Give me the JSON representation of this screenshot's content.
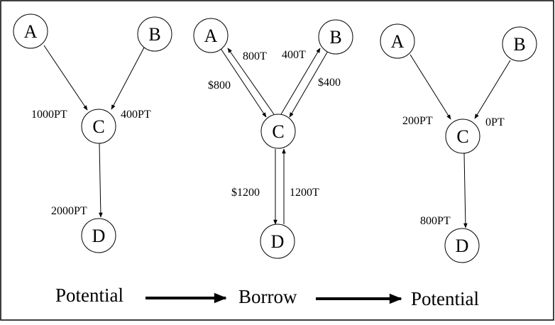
{
  "diagrams": [
    {
      "nodes": {
        "A": "A",
        "B": "B",
        "C": "C",
        "D": "D"
      },
      "labels": {
        "ac": "1000PT",
        "bc": "400PT",
        "cd": "2000PT"
      }
    },
    {
      "nodes": {
        "A": "A",
        "B": "B",
        "C": "C",
        "D": "D"
      },
      "labels": {
        "ca": "800T",
        "ac": "$800",
        "cb": "400T",
        "bc": "$400",
        "cd": "$1200",
        "dc": "1200T"
      }
    },
    {
      "nodes": {
        "A": "A",
        "B": "B",
        "C": "C",
        "D": "D"
      },
      "labels": {
        "ac": "200PT",
        "bc": "0PT",
        "cd": "800PT"
      }
    }
  ],
  "captions": [
    "Potential",
    "Borrow",
    "Potential"
  ]
}
